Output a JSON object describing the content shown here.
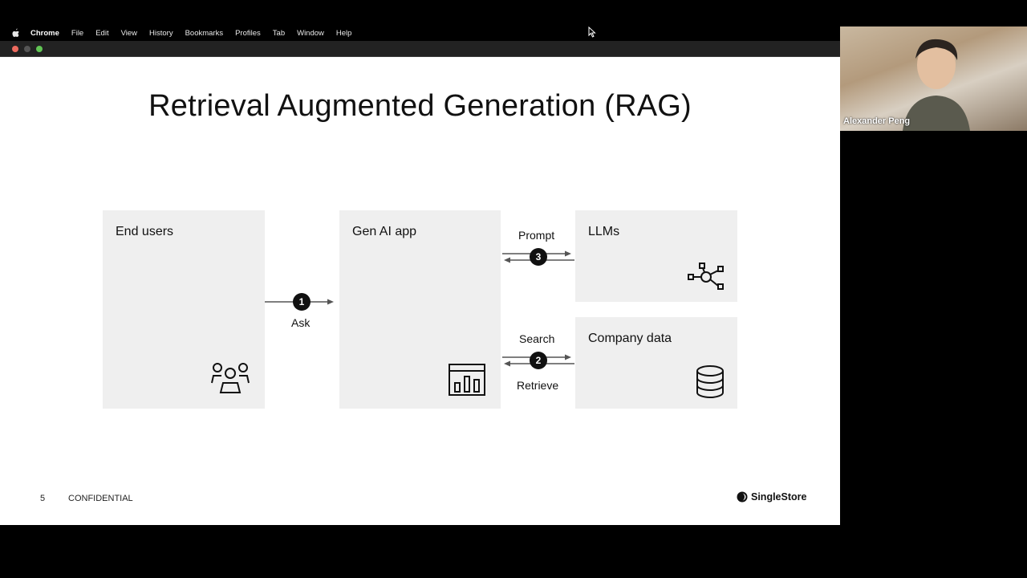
{
  "menubar": {
    "app": "Chrome",
    "items": [
      "File",
      "Edit",
      "View",
      "History",
      "Bookmarks",
      "Profiles",
      "Tab",
      "Window",
      "Help"
    ]
  },
  "slide": {
    "title": "Retrieval Augmented Generation (RAG)",
    "boxes": {
      "end_users": "End users",
      "gen_ai_app": "Gen AI app",
      "llms": "LLMs",
      "company_data": "Company data"
    },
    "steps": {
      "ask": {
        "number": "1",
        "label": "Ask"
      },
      "search": {
        "number": "2",
        "label_top": "Search",
        "label_bottom": "Retrieve"
      },
      "prompt": {
        "number": "3",
        "label": "Prompt"
      }
    },
    "footer": {
      "page_number": "5",
      "confidential": "CONFIDENTIAL",
      "brand": "SingleStore"
    }
  },
  "video": {
    "participant_name": "Alexander Peng"
  },
  "colors": {
    "close": "#ed6a5e",
    "minimize": "#f5bf4f",
    "maximize": "#61c554",
    "box_bg": "#efefef"
  }
}
